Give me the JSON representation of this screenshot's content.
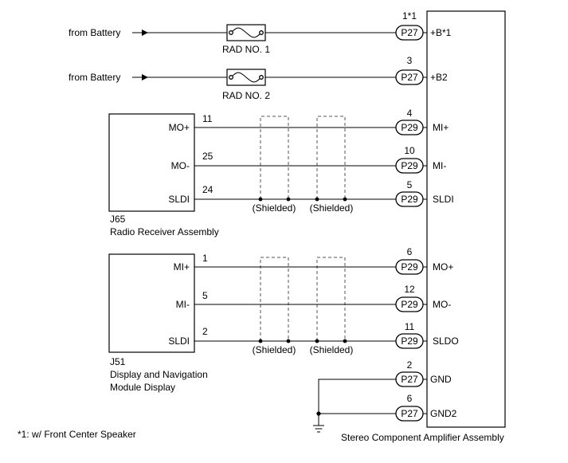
{
  "batteries": [
    {
      "label": "from Battery",
      "fuse": "RAD NO. 1",
      "pin": "1*1",
      "connector": "P27",
      "terminal": "+B*1"
    },
    {
      "label": "from Battery",
      "fuse": "RAD NO. 2",
      "pin": "3",
      "connector": "P27",
      "terminal": "+B2"
    }
  ],
  "radio_receiver": {
    "id": "J65",
    "name": "Radio Receiver Assembly",
    "lines": [
      {
        "left_terminal": "MO+",
        "left_pin": "11",
        "right_pin": "4",
        "connector": "P29",
        "right_terminal": "MI+"
      },
      {
        "left_terminal": "MO-",
        "left_pin": "25",
        "right_pin": "10",
        "connector": "P29",
        "right_terminal": "MI-"
      },
      {
        "left_terminal": "SLDI",
        "left_pin": "24",
        "right_pin": "5",
        "connector": "P29",
        "right_terminal": "SLDI"
      }
    ]
  },
  "display_module": {
    "id": "J51",
    "name_line1": "Display and Navigation",
    "name_line2": "Module Display",
    "lines": [
      {
        "left_terminal": "MI+",
        "left_pin": "1",
        "right_pin": "6",
        "connector": "P29",
        "right_terminal": "MO+"
      },
      {
        "left_terminal": "MI-",
        "left_pin": "5",
        "right_pin": "12",
        "connector": "P29",
        "right_terminal": "MO-"
      },
      {
        "left_terminal": "SLDI",
        "left_pin": "2",
        "right_pin": "11",
        "connector": "P29",
        "right_terminal": "SLDO"
      }
    ]
  },
  "shield_label": "(Shielded)",
  "grounds": [
    {
      "pin": "2",
      "connector": "P27",
      "terminal": "GND"
    },
    {
      "pin": "6",
      "connector": "P27",
      "terminal": "GND2"
    }
  ],
  "amplifier_name": "Stereo Component Amplifier Assembly",
  "footnote": "*1: w/ Front Center Speaker"
}
